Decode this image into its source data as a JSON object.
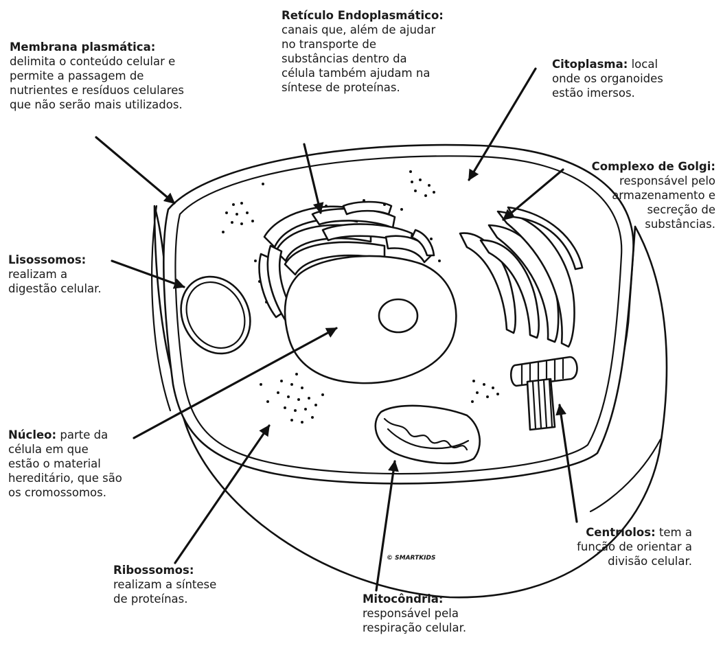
{
  "labels": {
    "membrana": {
      "title": "Membrana plasmática:",
      "desc": "delimita o conteúdo celular e\npermite a passagem de\nnutrientes e resíduos celulares\nque não serão mais utilizados."
    },
    "reticulo": {
      "title": "Retículo Endoplasmático:",
      "desc": "canais que, além de ajudar\nno transporte de\nsubstâncias dentro da\ncélula também ajudam na\nsíntese de proteínas."
    },
    "citoplasma": {
      "title": "Citoplasma:",
      "desc": "local\nonde os organoides\nestão imersos."
    },
    "golgi": {
      "title": "Complexo de Golgi:",
      "desc": "responsável pelo\narmazenamento e\nsecreção de\nsubstâncias."
    },
    "lisossomos": {
      "title": "Lisossomos:",
      "desc": "realizam a\ndigestão celular."
    },
    "nucleo": {
      "title": "Núcleo:",
      "desc": "parte da\ncélula em que\nestão o material\nhereditário, que são\nos cromossomos."
    },
    "ribossomos": {
      "title": "Ribossomos:",
      "desc": "realizam a síntese\nde proteínas."
    },
    "mitocondria": {
      "title": "Mitocôndria:",
      "desc": "responsável pela\nrespiração celular."
    },
    "centriolos": {
      "title": "Centríolos:",
      "desc": "tem a\nfunção de orientar a\ndivisão celular."
    }
  },
  "watermark": "© SMARTKIDS",
  "colors": {
    "ink": "#111111",
    "background": "#ffffff"
  }
}
